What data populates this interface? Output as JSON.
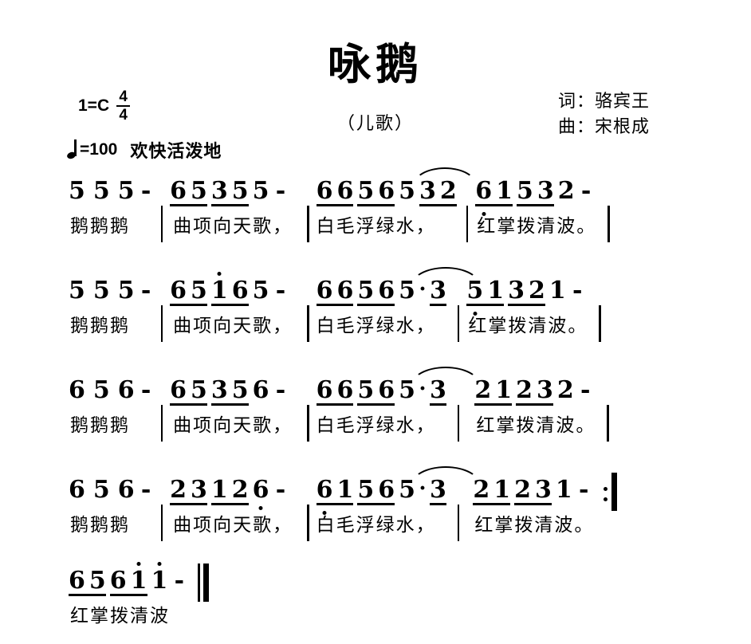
{
  "header": {
    "title": "咏鹅",
    "subtitle": "（儿歌）",
    "key_label": "1=C",
    "time_numerator": "4",
    "time_denominator": "4",
    "tempo_mark": "=100",
    "tempo_expression": "欢快活泼地",
    "lyricist": "词：骆宾王",
    "composer": "曲：宋根成"
  },
  "lyrics_phrases": {
    "p1": "鹅鹅鹅",
    "p2": "曲项向天歌，",
    "p3": "白毛浮绿水，",
    "p4": "红掌拨清波。",
    "p5": "红掌拨清波"
  },
  "notes": {
    "n1": "1",
    "n2": "2",
    "n3": "3",
    "n5": "5",
    "n6": "6",
    "dash": "-",
    "dot": "·"
  },
  "score": {
    "lines": [
      {
        "id": "line-1",
        "measures": [
          {
            "notes": "5 5 5 -",
            "lyric": "鹅鹅鹅"
          },
          {
            "notes": "6 5 3 5 5 -",
            "lyric": "曲项向天歌，"
          },
          {
            "notes": "6 6 5 6 5 3 2",
            "lyric": "白毛浮绿水，"
          },
          {
            "notes": "6. 1 5 3 2 -",
            "lyric": "红掌拨清波。"
          }
        ]
      },
      {
        "id": "line-2",
        "measures": [
          {
            "notes": "5 5 5 -",
            "lyric": "鹅鹅鹅"
          },
          {
            "notes": "6 5 1' 6 5 -",
            "lyric": "曲项向天歌，"
          },
          {
            "notes": "6 6 5 6 5 · 3",
            "lyric": "白毛浮绿水，"
          },
          {
            "notes": "5. 1 3 2 1 -",
            "lyric": "红掌拨清波。"
          }
        ]
      },
      {
        "id": "line-3",
        "measures": [
          {
            "notes": "6 5 6 -",
            "lyric": "鹅鹅鹅"
          },
          {
            "notes": "6 5 3 5 6 -",
            "lyric": "曲项向天歌，"
          },
          {
            "notes": "6 6 5 6 5 · 3",
            "lyric": "白毛浮绿水，"
          },
          {
            "notes": "2 1 2 3 2 -",
            "lyric": "红掌拨清波。"
          }
        ]
      },
      {
        "id": "line-4",
        "measures": [
          {
            "notes": "6 5 6 -",
            "lyric": "鹅鹅鹅"
          },
          {
            "notes": "2 3 1 2 6. -",
            "lyric": "曲项向天歌，"
          },
          {
            "notes": "6. 1 5 6 5 · 3",
            "lyric": "白毛浮绿水，"
          },
          {
            "notes": "2 1 2 3 1 -",
            "lyric": "红掌拨清波。",
            "ending": "repeat-end"
          }
        ]
      },
      {
        "id": "line-5",
        "measures": [
          {
            "notes": "6 5 6 1' 1' -",
            "lyric": "红掌拨清波",
            "ending": "final-barline"
          }
        ]
      }
    ]
  }
}
